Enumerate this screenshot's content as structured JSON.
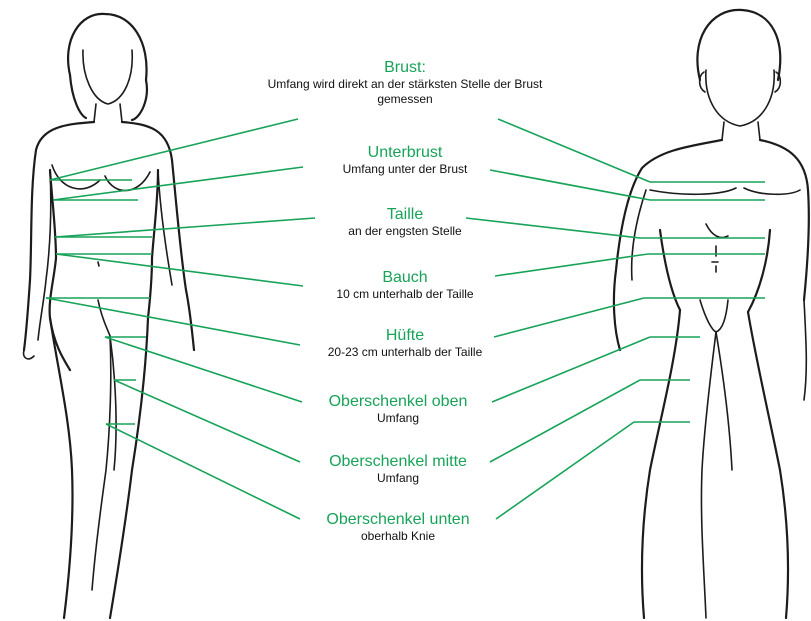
{
  "colors": {
    "accent": "#17a358",
    "outline": "#1c1c1c"
  },
  "measurements": [
    {
      "title": "Brust:",
      "description": "Umfang wird direkt an der stärksten Stelle der Brust gemessen"
    },
    {
      "title": "Unterbrust",
      "description": "Umfang unter der Brust"
    },
    {
      "title": "Taille",
      "description": "an der engsten Stelle"
    },
    {
      "title": "Bauch",
      "description": "10 cm unterhalb der Taille"
    },
    {
      "title": "Hüfte",
      "description": "20-23 cm unterhalb der Taille"
    },
    {
      "title": "Oberschenkel oben",
      "description": "Umfang"
    },
    {
      "title": "Oberschenkel mitte",
      "description": "Umfang"
    },
    {
      "title": "Oberschenkel unten",
      "description": "oberhalb Knie"
    }
  ]
}
